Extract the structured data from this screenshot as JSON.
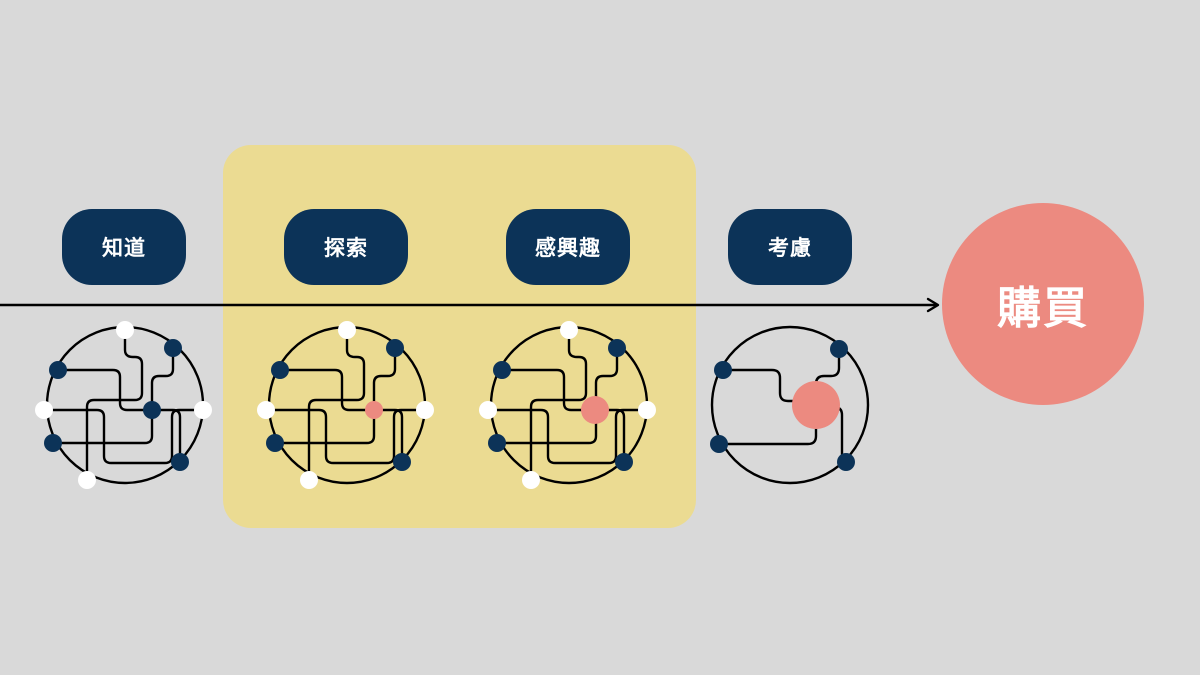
{
  "colors": {
    "background": "#d9d9d9",
    "highlight": "#ebdb92",
    "pill": "#0c3358",
    "accent": "#ec8a80",
    "node_dark": "#0c3358",
    "node_light": "#ffffff",
    "line": "#000000"
  },
  "stages": [
    {
      "label": "知道",
      "network": "full",
      "center_node": "navy",
      "highlighted": false
    },
    {
      "label": "探索",
      "network": "full",
      "center_node": "pink-small",
      "highlighted": true
    },
    {
      "label": "感興趣",
      "network": "full",
      "center_node": "pink-medium",
      "highlighted": true
    },
    {
      "label": "考慮",
      "network": "reduced",
      "center_node": "pink-large",
      "highlighted": false
    }
  ],
  "goal": {
    "label": "購買"
  },
  "arrow": {
    "direction": "right",
    "icon": "arrow-right-icon"
  }
}
